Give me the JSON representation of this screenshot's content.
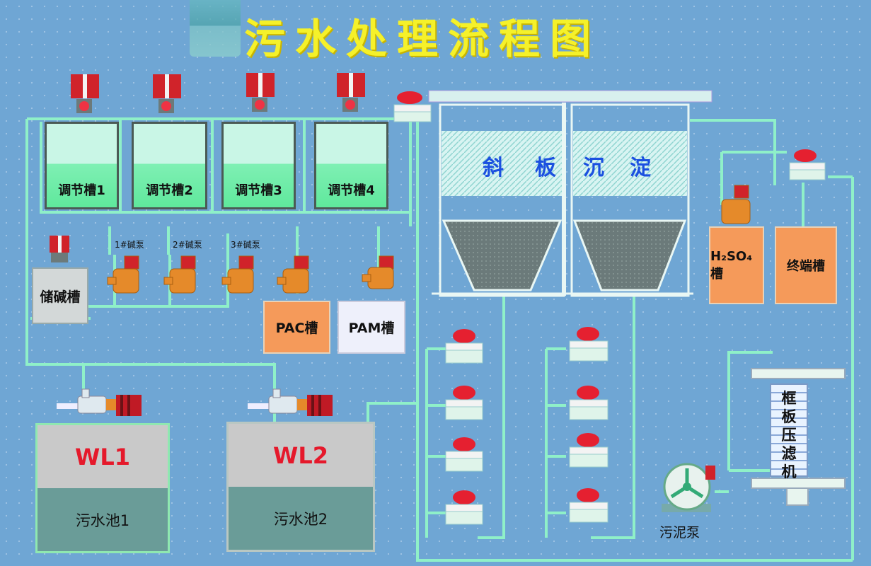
{
  "title": "污水处理流程图",
  "tanks": [
    {
      "label": "调节槽1"
    },
    {
      "label": "调节槽2"
    },
    {
      "label": "调节槽3"
    },
    {
      "label": "调节槽4"
    }
  ],
  "alkali_tank": "储碱槽",
  "pump_labels": [
    "1#碱泵",
    "2#碱泵",
    "3#碱泵"
  ],
  "pac_tank": "PAC槽",
  "pam_tank": "PAM槽",
  "settling_label": [
    "斜",
    "板",
    "沉",
    "淀"
  ],
  "h2so4_tank": "H₂SO₄槽",
  "final_tank": "终端槽",
  "pools": [
    {
      "level": "WL1",
      "label": "污水池1"
    },
    {
      "level": "WL2",
      "label": "污水池2"
    }
  ],
  "filter_press": [
    "框",
    "板",
    "压",
    "滤",
    "机"
  ],
  "sludge_pump": "污泥泵",
  "colors": {
    "background": "#6fa6d4",
    "pipe": "#8ff0c8",
    "title": "#f5f12a",
    "level_text": "#e5192b",
    "tank_fill": "#7ff0b4",
    "pac": "#f59a5a",
    "h2so4": "#f59a5a"
  }
}
